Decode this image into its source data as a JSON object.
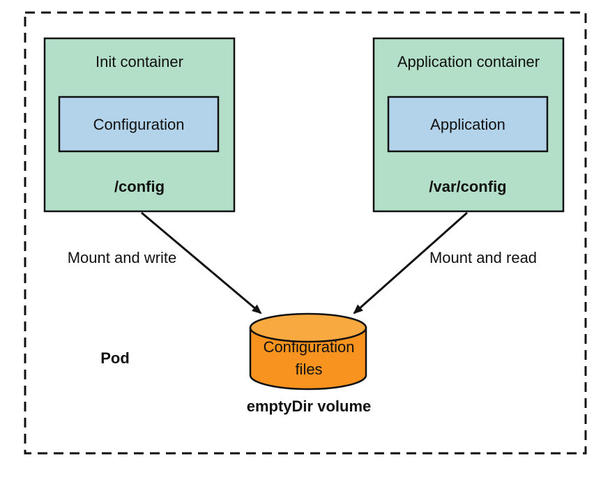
{
  "pod": {
    "label": "Pod"
  },
  "init_container": {
    "title": "Init container",
    "inner_label": "Configuration",
    "path": "/config"
  },
  "app_container": {
    "title": "Application container",
    "inner_label": "Application",
    "path": "/var/config"
  },
  "edges": {
    "left_label": "Mount and write",
    "right_label": "Mount and read"
  },
  "volume": {
    "line1": "Configuration",
    "line2": "files",
    "caption": "emptyDir volume"
  },
  "colors": {
    "container_fill": "#b3dec8",
    "inner_fill": "#b2d3ea",
    "volume_fill": "#f7931e",
    "volume_top": "#f8a93f",
    "stroke": "#111111"
  }
}
